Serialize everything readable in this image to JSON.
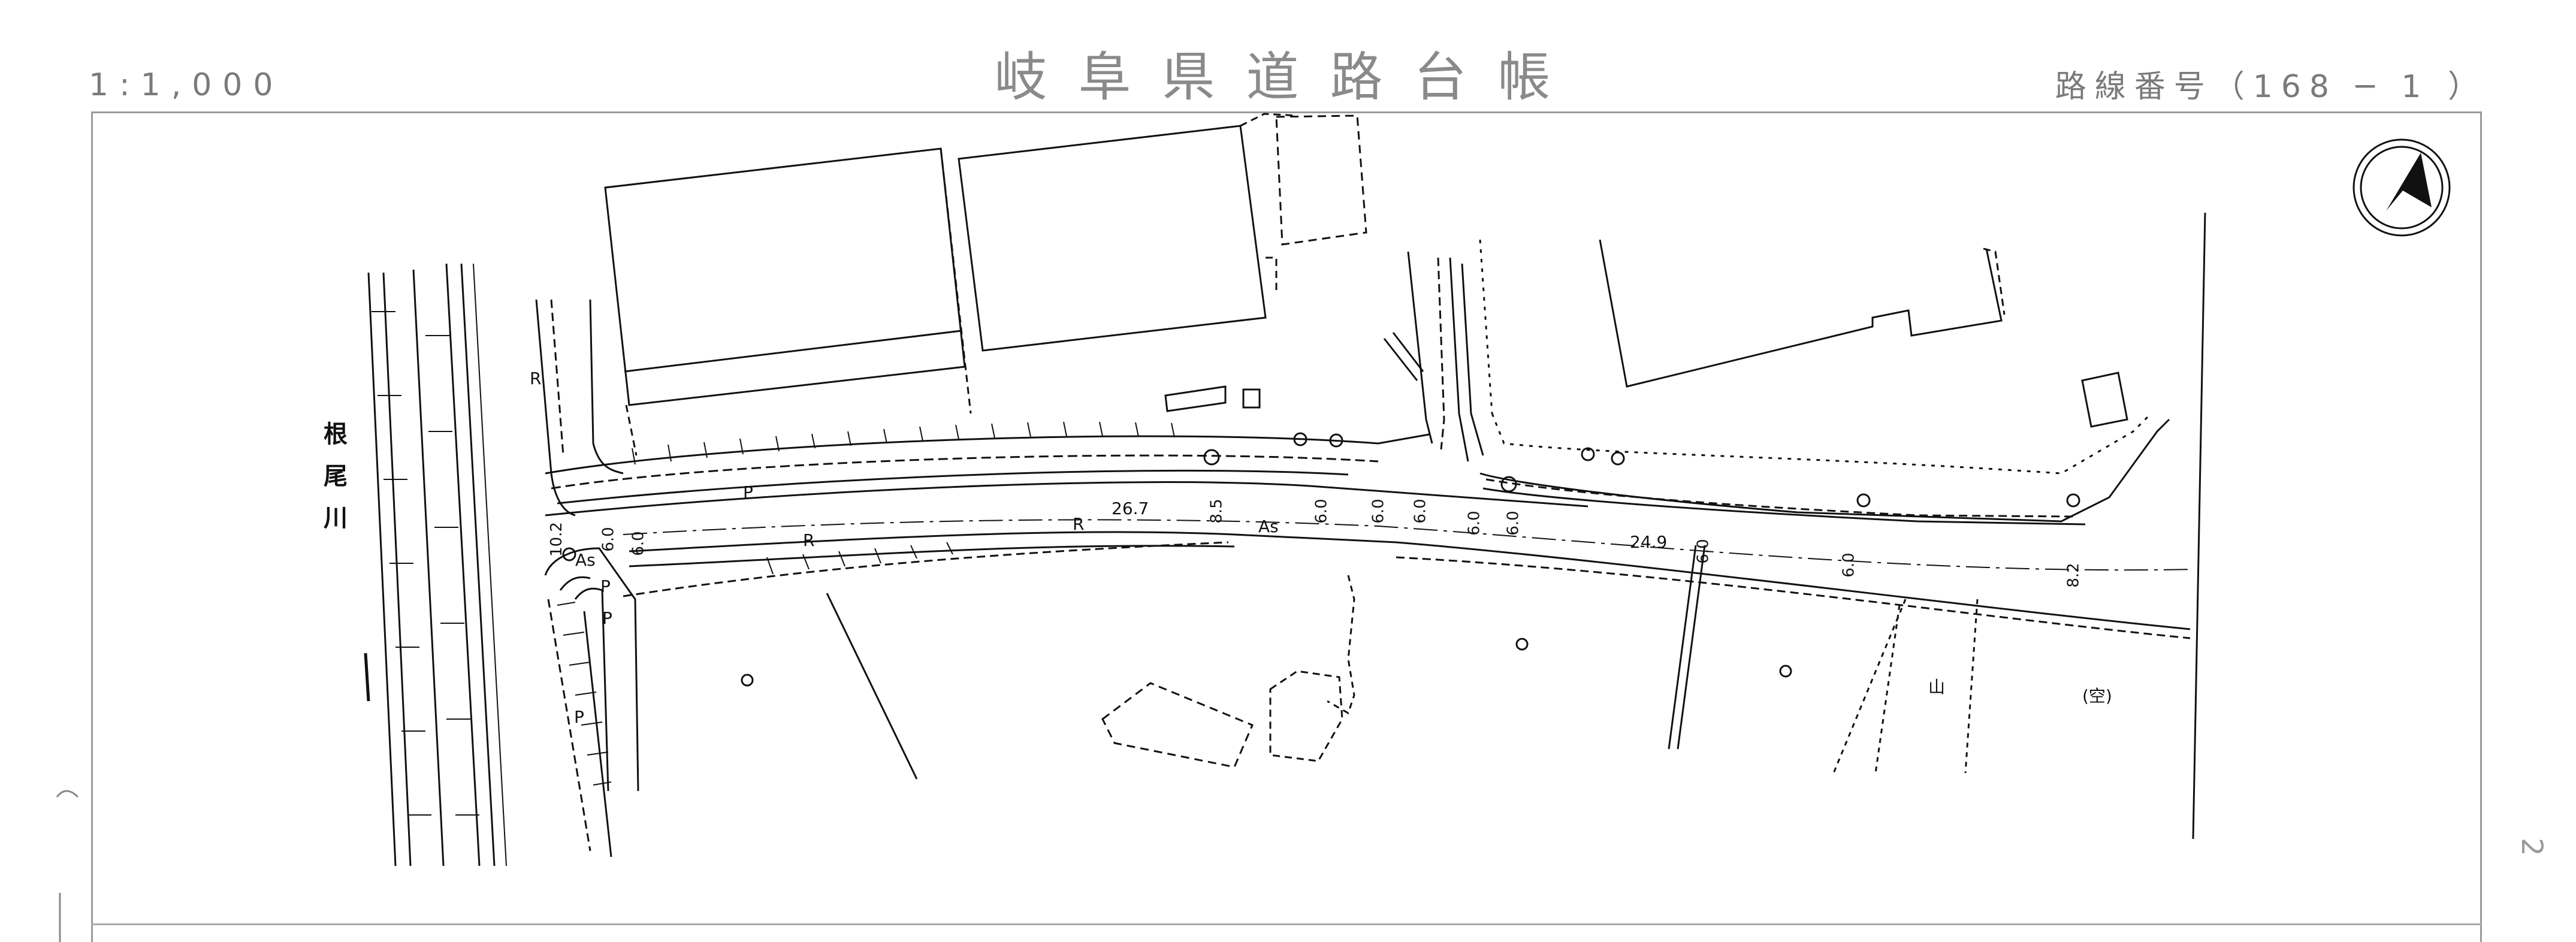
{
  "header": {
    "scale": "1:1,000",
    "title": "岐阜県道路台帳",
    "route": "路線番号（168 ─ 1 ）"
  },
  "page_marker": "2",
  "river": {
    "label_chars": [
      "根",
      "尾",
      "川"
    ]
  },
  "road": {
    "widths": [
      "6.0",
      "6.0",
      "8.5",
      "6.0",
      "6.0",
      "6.0",
      "6.0",
      "6.0",
      "6.0",
      "6.0",
      "8.2"
    ],
    "left_offset": "10.2",
    "segment_lengths": [
      "26.7",
      "24.9"
    ],
    "surface_labels": [
      "As",
      "As"
    ],
    "parking_labels": [
      "P",
      "P",
      "P",
      "P"
    ],
    "retaining_labels": [
      "R",
      "R",
      "R"
    ]
  },
  "notes": {
    "vacant": "(空)",
    "mountain": "山"
  },
  "north_arrow": "north-arrow-icon"
}
